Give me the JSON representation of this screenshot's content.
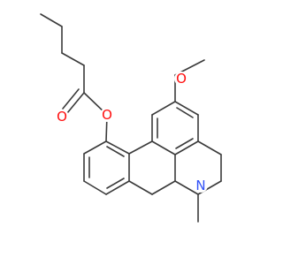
{
  "colors": {
    "bond": "#3a3a3a",
    "oxygen": "#ff0d0d",
    "nitrogen": "#3050f8",
    "background": "#ffffff"
  },
  "atoms": [
    {
      "id": "carbonyl-oxygen",
      "label": "O",
      "color": "oxygen"
    },
    {
      "id": "ester-oxygen",
      "label": "O",
      "color": "oxygen"
    },
    {
      "id": "methoxy-oxygen",
      "label": "O",
      "color": "oxygen"
    },
    {
      "id": "amine-nitrogen",
      "label": "N",
      "color": "nitrogen"
    }
  ]
}
